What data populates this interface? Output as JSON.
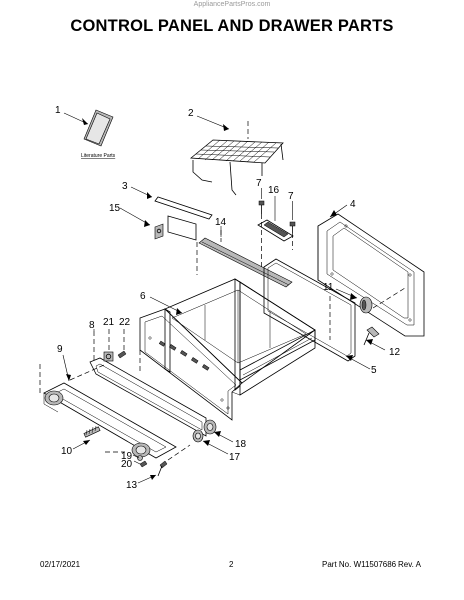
{
  "header": {
    "watermark": "AppliancePartsPros.com",
    "title": "CONTROL PANEL AND DRAWER PARTS"
  },
  "diagram": {
    "literature_label": "Literature Parts",
    "callouts": {
      "c1": "1",
      "c2": "2",
      "c3": "3",
      "c4": "4",
      "c5": "5",
      "c6": "6",
      "c7a": "7",
      "c7b": "7",
      "c8": "8",
      "c9": "9",
      "c10": "10",
      "c11": "11",
      "c12": "12",
      "c13": "13",
      "c14": "14",
      "c15": "15",
      "c16": "16",
      "c17": "17",
      "c18": "18",
      "c19": "19",
      "c20": "20",
      "c21": "21",
      "c22": "22"
    }
  },
  "footer": {
    "date": "02/17/2021",
    "page": "2",
    "part_no": "Part No. W11507686",
    "revision": "Rev. A"
  }
}
